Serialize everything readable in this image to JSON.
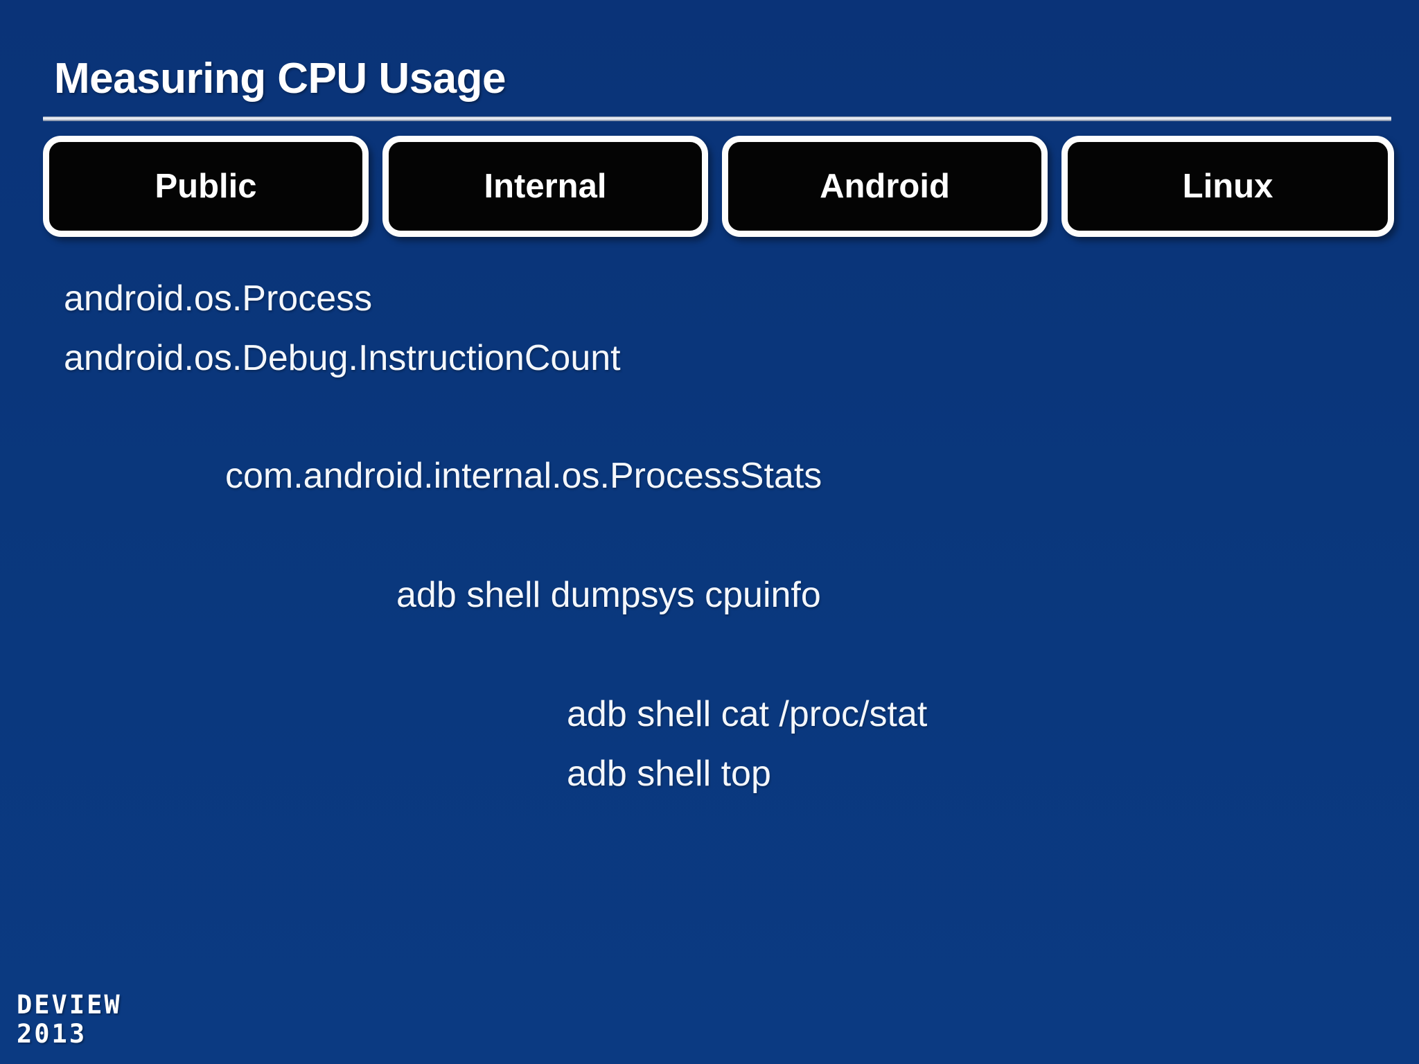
{
  "slide": {
    "title": "Measuring CPU Usage",
    "background_color": "#0a377c",
    "text_color": "#f4f7fb"
  },
  "tabs": [
    {
      "label": "Public",
      "name": "public"
    },
    {
      "label": "Internal",
      "name": "internal"
    },
    {
      "label": "Android",
      "name": "android"
    },
    {
      "label": "Linux",
      "name": "linux"
    }
  ],
  "blocks": {
    "public": {
      "lines": [
        "android.os.Process",
        "android.os.Debug.InstructionCount"
      ]
    },
    "internal": {
      "lines": [
        "com.android.internal.os.ProcessStats"
      ]
    },
    "android": {
      "lines": [
        "adb shell dumpsys cpuinfo"
      ]
    },
    "linux": {
      "lines": [
        "adb shell cat /proc/stat",
        "adb shell top"
      ]
    }
  },
  "logo": {
    "line1": "DEVIEW",
    "line2": "2013"
  }
}
